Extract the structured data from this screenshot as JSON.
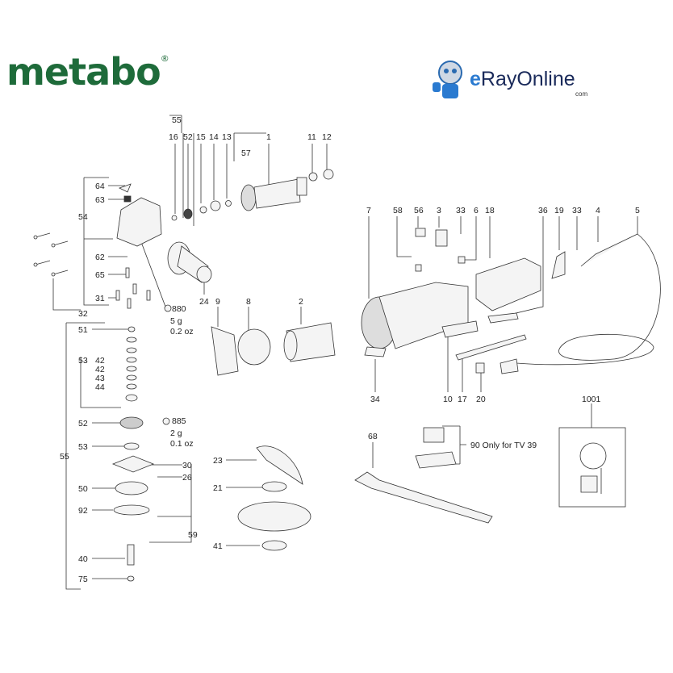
{
  "brand": {
    "logo": "metabo",
    "registered": "®",
    "watermark": "eRayOnline",
    "watermark_sub": "com"
  },
  "callouts": [
    "55",
    "16",
    "52",
    "15",
    "14",
    "13",
    "1",
    "57",
    "11",
    "12",
    "64",
    "63",
    "54",
    "62",
    "65",
    "31",
    "32",
    "880",
    "5 g",
    "0.2 oz",
    "24",
    "9",
    "8",
    "2",
    "7",
    "58",
    "56",
    "3",
    "33",
    "6",
    "18",
    "36",
    "19",
    "33",
    "4",
    "5",
    "34",
    "10",
    "17",
    "20",
    "1001",
    "51",
    "53",
    "42",
    "42",
    "43",
    "44",
    "52",
    "885",
    "2 g",
    "0.1 oz",
    "55",
    "53",
    "30",
    "26",
    "50",
    "92",
    "59",
    "40",
    "75",
    "23",
    "21",
    "41",
    "68",
    "90 Only for TV 39"
  ]
}
